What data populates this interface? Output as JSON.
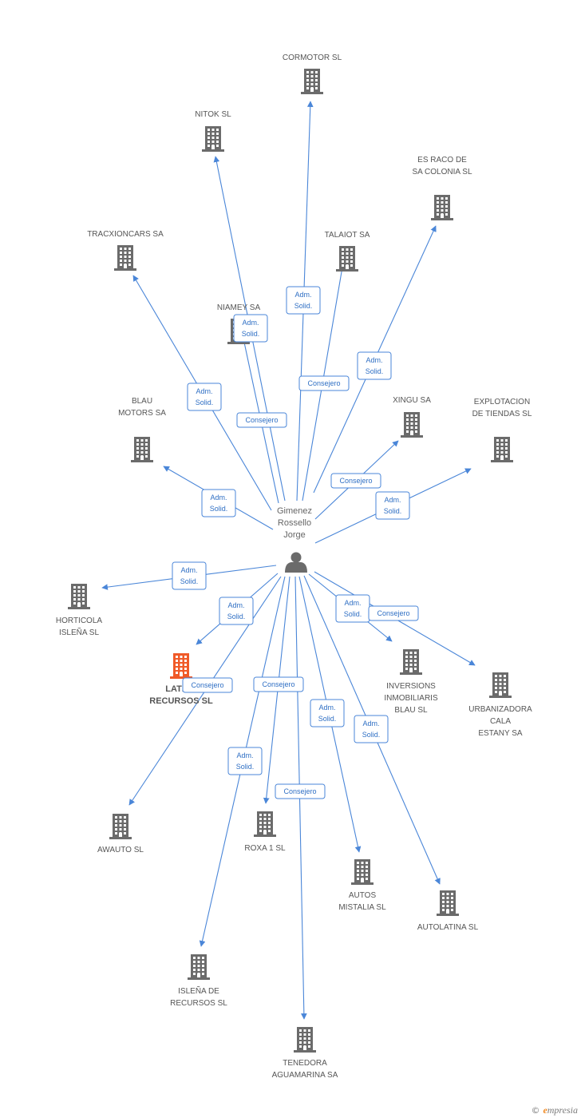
{
  "colors": {
    "edge": "#4a86d8",
    "edge_text": "#2f6fc4",
    "building": "#6b6b6b",
    "building_focus": "#f05a28",
    "person": "#6b6b6b",
    "label": "#555555"
  },
  "person": {
    "label_lines": [
      "Gimenez",
      "Rossello",
      "Jorge"
    ],
    "icon": "person-icon"
  },
  "companies": [
    {
      "id": "cormotor",
      "label_lines": [
        "CORMOTOR SL"
      ],
      "icon": "building-icon"
    },
    {
      "id": "nitok",
      "label_lines": [
        "NITOK SL"
      ],
      "icon": "building-icon"
    },
    {
      "id": "esraco",
      "label_lines": [
        "ES RACO DE",
        "SA COLONIA  SL"
      ],
      "icon": "building-icon"
    },
    {
      "id": "tracxioncars",
      "label_lines": [
        "TRACXIONCARS SA"
      ],
      "icon": "building-icon"
    },
    {
      "id": "talaiot",
      "label_lines": [
        "TALAIOT SA"
      ],
      "icon": "building-icon"
    },
    {
      "id": "niamey",
      "label_lines": [
        "NIAMEY SA"
      ],
      "icon": "building-icon"
    },
    {
      "id": "xingu",
      "label_lines": [
        "XINGU SA"
      ],
      "icon": "building-icon"
    },
    {
      "id": "blaumotors",
      "label_lines": [
        "BLAU",
        "MOTORS SA"
      ],
      "icon": "building-icon"
    },
    {
      "id": "explotacion",
      "label_lines": [
        "EXPLOTACION",
        "DE TIENDAS SL"
      ],
      "icon": "building-icon"
    },
    {
      "id": "horticola",
      "label_lines": [
        "HORTICOLA",
        "ISLEÑA SL"
      ],
      "icon": "building-icon"
    },
    {
      "id": "latina",
      "label_lines": [
        "LATINA",
        "RECURSOS SL"
      ],
      "icon": "building-icon",
      "focus": true
    },
    {
      "id": "inversions",
      "label_lines": [
        "INVERSIONS",
        "INMOBILIARIS",
        "BLAU SL"
      ],
      "icon": "building-icon"
    },
    {
      "id": "urbanizadora",
      "label_lines": [
        "URBANIZADORA",
        "CALA",
        "ESTANY SA"
      ],
      "icon": "building-icon"
    },
    {
      "id": "awauto",
      "label_lines": [
        "AWAUTO SL"
      ],
      "icon": "building-icon"
    },
    {
      "id": "roxa",
      "label_lines": [
        "ROXA 1 SL"
      ],
      "icon": "building-icon"
    },
    {
      "id": "autosmistalia",
      "label_lines": [
        "AUTOS",
        "MISTALIA  SL"
      ],
      "icon": "building-icon"
    },
    {
      "id": "autolatina",
      "label_lines": [
        "AUTOLATINA SL"
      ],
      "icon": "building-icon"
    },
    {
      "id": "islena",
      "label_lines": [
        "ISLEÑA DE",
        "RECURSOS SL"
      ],
      "icon": "building-icon"
    },
    {
      "id": "tenedora",
      "label_lines": [
        "TENEDORA",
        "AGUAMARINA SA"
      ],
      "icon": "building-icon"
    }
  ],
  "edges": [
    {
      "to": "cormotor",
      "label_lines": [
        "Adm.",
        "Solid."
      ]
    },
    {
      "to": "nitok",
      "label_lines": [
        "Adm.",
        "Solid."
      ]
    },
    {
      "to": "esraco",
      "label_lines": [
        "Adm.",
        "Solid."
      ]
    },
    {
      "to": "tracxioncars",
      "label_lines": [
        "Adm.",
        "Solid."
      ]
    },
    {
      "to": "talaiot",
      "label_lines": [
        "Consejero"
      ]
    },
    {
      "to": "niamey",
      "label_lines": [
        "Consejero"
      ]
    },
    {
      "to": "xingu",
      "label_lines": [
        "Consejero"
      ]
    },
    {
      "to": "blaumotors",
      "label_lines": [
        "Adm.",
        "Solid."
      ]
    },
    {
      "to": "explotacion",
      "label_lines": [
        "Adm.",
        "Solid."
      ]
    },
    {
      "to": "horticola",
      "label_lines": [
        "Adm.",
        "Solid."
      ]
    },
    {
      "to": "latina",
      "label_lines": [
        "Adm.",
        "Solid."
      ]
    },
    {
      "to": "inversions",
      "label_lines": [
        "Adm.",
        "Solid."
      ]
    },
    {
      "to": "urbanizadora",
      "label_lines": [
        "Consejero"
      ]
    },
    {
      "to": "awauto",
      "label_lines": [
        "Consejero"
      ]
    },
    {
      "to": "roxa",
      "label_lines": [
        "Consejero"
      ]
    },
    {
      "to": "autosmistalia",
      "label_lines": [
        "Adm.",
        "Solid."
      ]
    },
    {
      "to": "autolatina",
      "label_lines": [
        "Adm.",
        "Solid."
      ]
    },
    {
      "to": "islena",
      "label_lines": [
        "Adm.",
        "Solid."
      ]
    },
    {
      "to": "tenedora",
      "label_lines": [
        "Consejero"
      ]
    }
  ],
  "brand": {
    "copyright": "©",
    "e": "e",
    "rest": "mpresia"
  }
}
